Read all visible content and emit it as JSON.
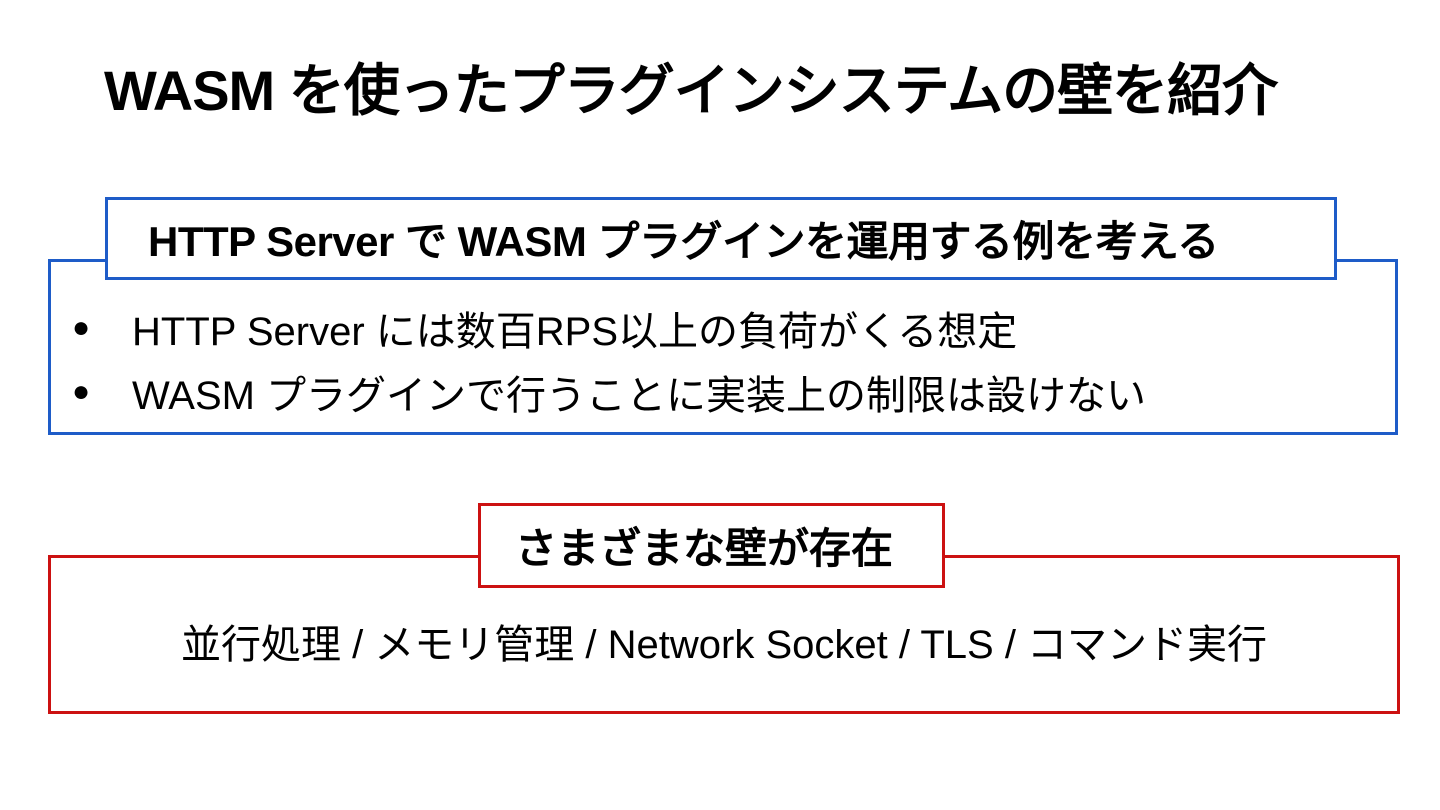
{
  "slide": {
    "title": "WASM を使ったプラグインシステムの壁を紹介",
    "section1": {
      "heading": "HTTP Server で WASM プラグインを運用する例を考える",
      "bullet_symbol": "●",
      "bullets": [
        "HTTP Server には数百RPS以上の負荷がくる想定",
        "WASM プラグインで行うことに実装上の制限は設けない"
      ],
      "border_color": "#1e5cc8"
    },
    "section2": {
      "heading": "さまざまな壁が存在",
      "text": "並行処理 / メモリ管理 / Network Socket / TLS / コマンド実行",
      "border_color": "#cc1111"
    }
  }
}
